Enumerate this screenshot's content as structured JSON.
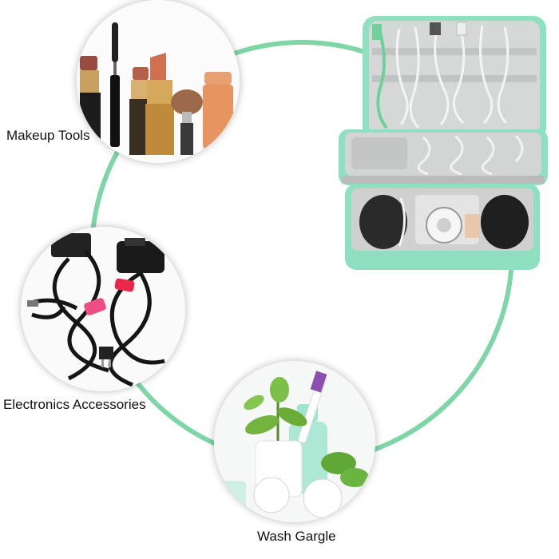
{
  "labels": {
    "makeup": "Makeup Tools",
    "electronics": "Electronics Accessories",
    "wash": "Wash Gargle"
  },
  "colors": {
    "ring": "#7ed6a6",
    "bag_body": "#8fe0c0",
    "bag_lining": "#cfd0d0",
    "label_text": "#111111"
  },
  "images": [
    {
      "subject": "makeup-tools-photo"
    },
    {
      "subject": "electronics-cables-photo"
    },
    {
      "subject": "wash-gargle-photo"
    },
    {
      "subject": "travel-organizer-bag-photo"
    }
  ]
}
